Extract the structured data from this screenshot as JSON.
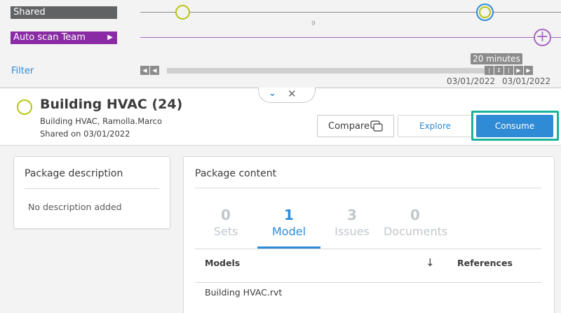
{
  "teams": {
    "shared_label": "Shared",
    "autoscan_label": "Auto scan Team"
  },
  "filter_label": "Filter",
  "timeline": {
    "marker_count_label": "9",
    "duration_label": "20 minutes",
    "start_date": "03/01/2022",
    "end_date": "03/01/2022"
  },
  "package": {
    "title": "Building HVAC (24)",
    "subtitle": "Building HVAC, Ramolla.Marco",
    "shared_on": "Shared on 03/01/2022",
    "status_color": "#b8c40e"
  },
  "actions": {
    "compare_label": "Compare",
    "explore_label": "Explore",
    "consume_label": "Consume"
  },
  "description_card": {
    "title": "Package description",
    "empty_text": "No description added"
  },
  "content_card": {
    "title": "Package content",
    "tabs": [
      {
        "count": "0",
        "label": "Sets"
      },
      {
        "count": "1",
        "label": "Model"
      },
      {
        "count": "3",
        "label": "Issues"
      },
      {
        "count": "0",
        "label": "Documents"
      }
    ],
    "active_tab": "Model",
    "table": {
      "columns": [
        "Models",
        "References"
      ],
      "rows": [
        {
          "model": "Building HVAC.rvt",
          "references": ""
        }
      ]
    }
  },
  "colors": {
    "accent": "#2f8bd6",
    "purple": "#8a2aa5",
    "highlight": "#19b39a"
  },
  "icons": [
    "play-icon",
    "add-circle-icon",
    "chevron-down-icon",
    "close-icon",
    "compare-icon",
    "sort-down-icon"
  ]
}
